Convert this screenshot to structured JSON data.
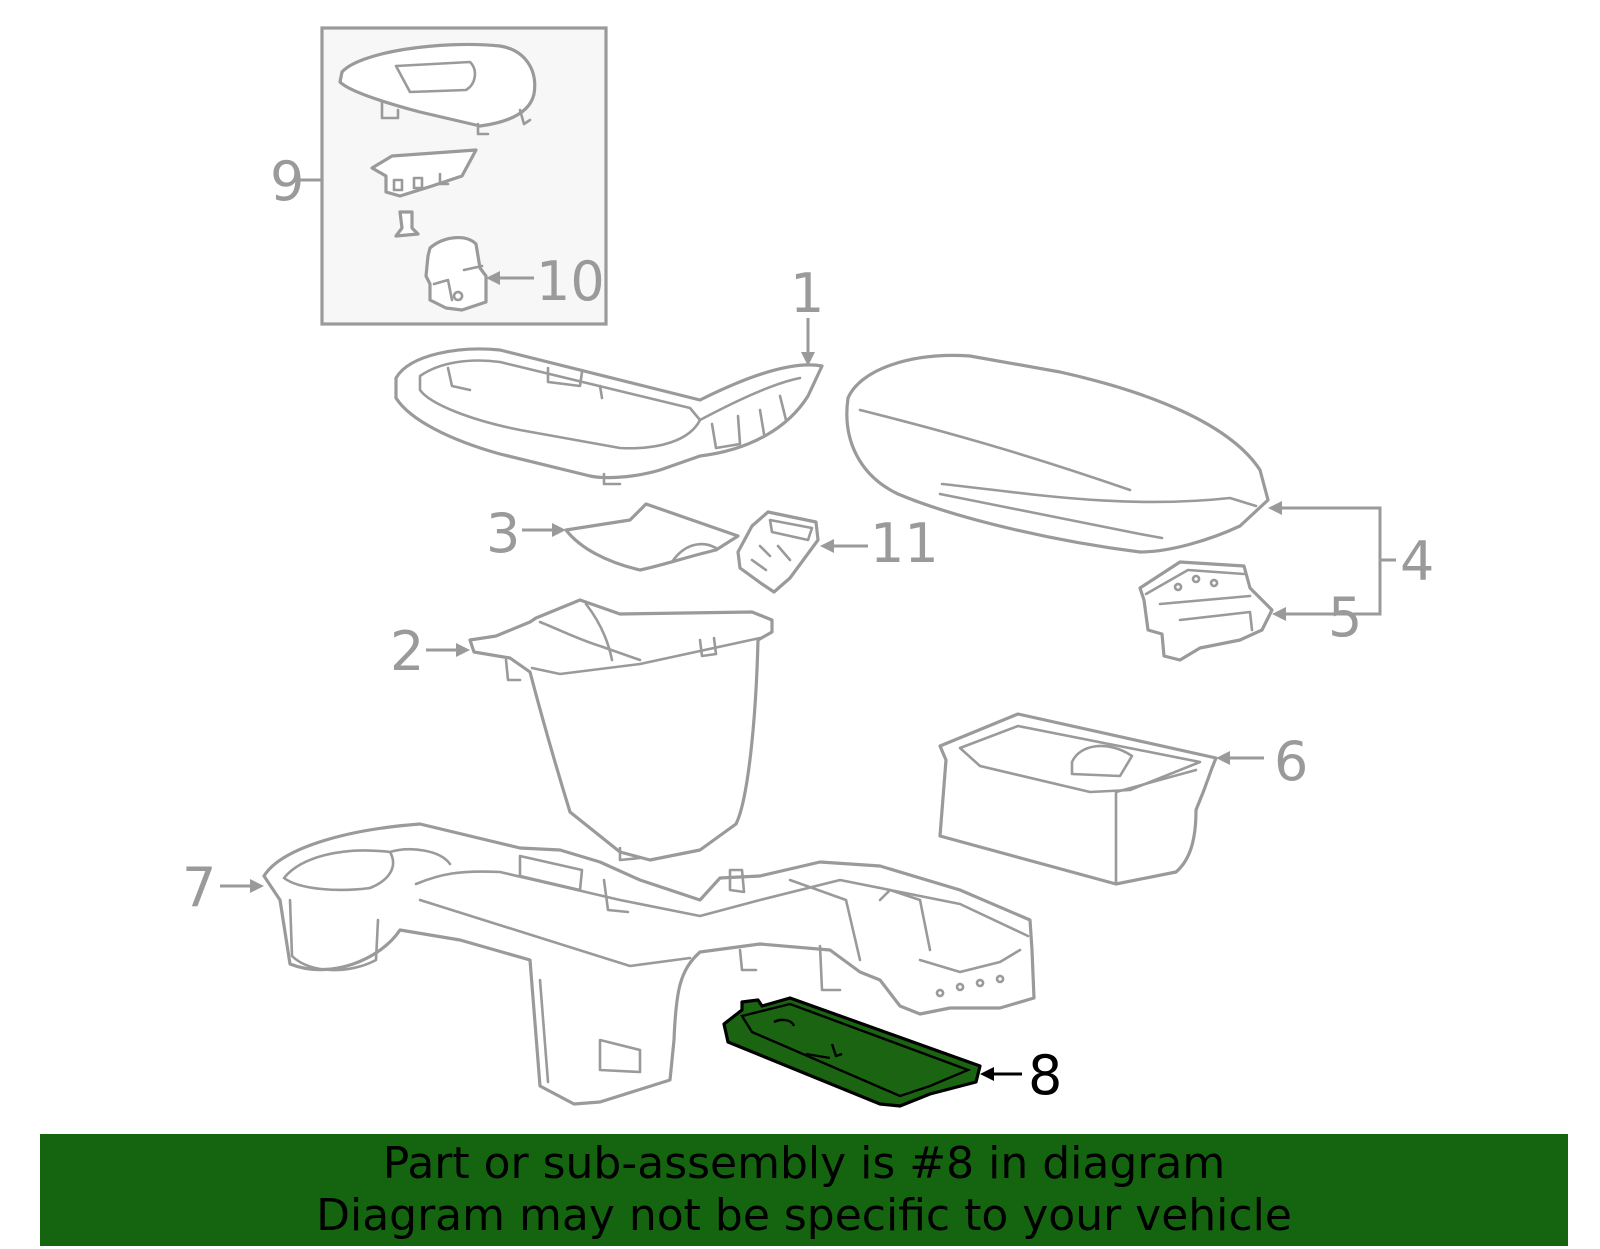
{
  "diagram": {
    "callouts": [
      {
        "id": "9",
        "label": "9"
      },
      {
        "id": "10",
        "label": "10"
      },
      {
        "id": "1",
        "label": "1"
      },
      {
        "id": "3",
        "label": "3"
      },
      {
        "id": "11",
        "label": "11"
      },
      {
        "id": "4",
        "label": "4"
      },
      {
        "id": "5",
        "label": "5"
      },
      {
        "id": "2",
        "label": "2"
      },
      {
        "id": "6",
        "label": "6"
      },
      {
        "id": "7",
        "label": "7"
      },
      {
        "id": "8",
        "label": "8"
      }
    ],
    "highlighted_part": "8",
    "colors": {
      "outline": "#9a9a9a",
      "highlight_fill": "#1a6412",
      "banner_background": "#156410",
      "inset_background": "#f7f7f7"
    }
  },
  "banner": {
    "line1": "Part or sub-assembly is #8 in diagram",
    "line2": "Diagram may not be specific to your vehicle"
  }
}
